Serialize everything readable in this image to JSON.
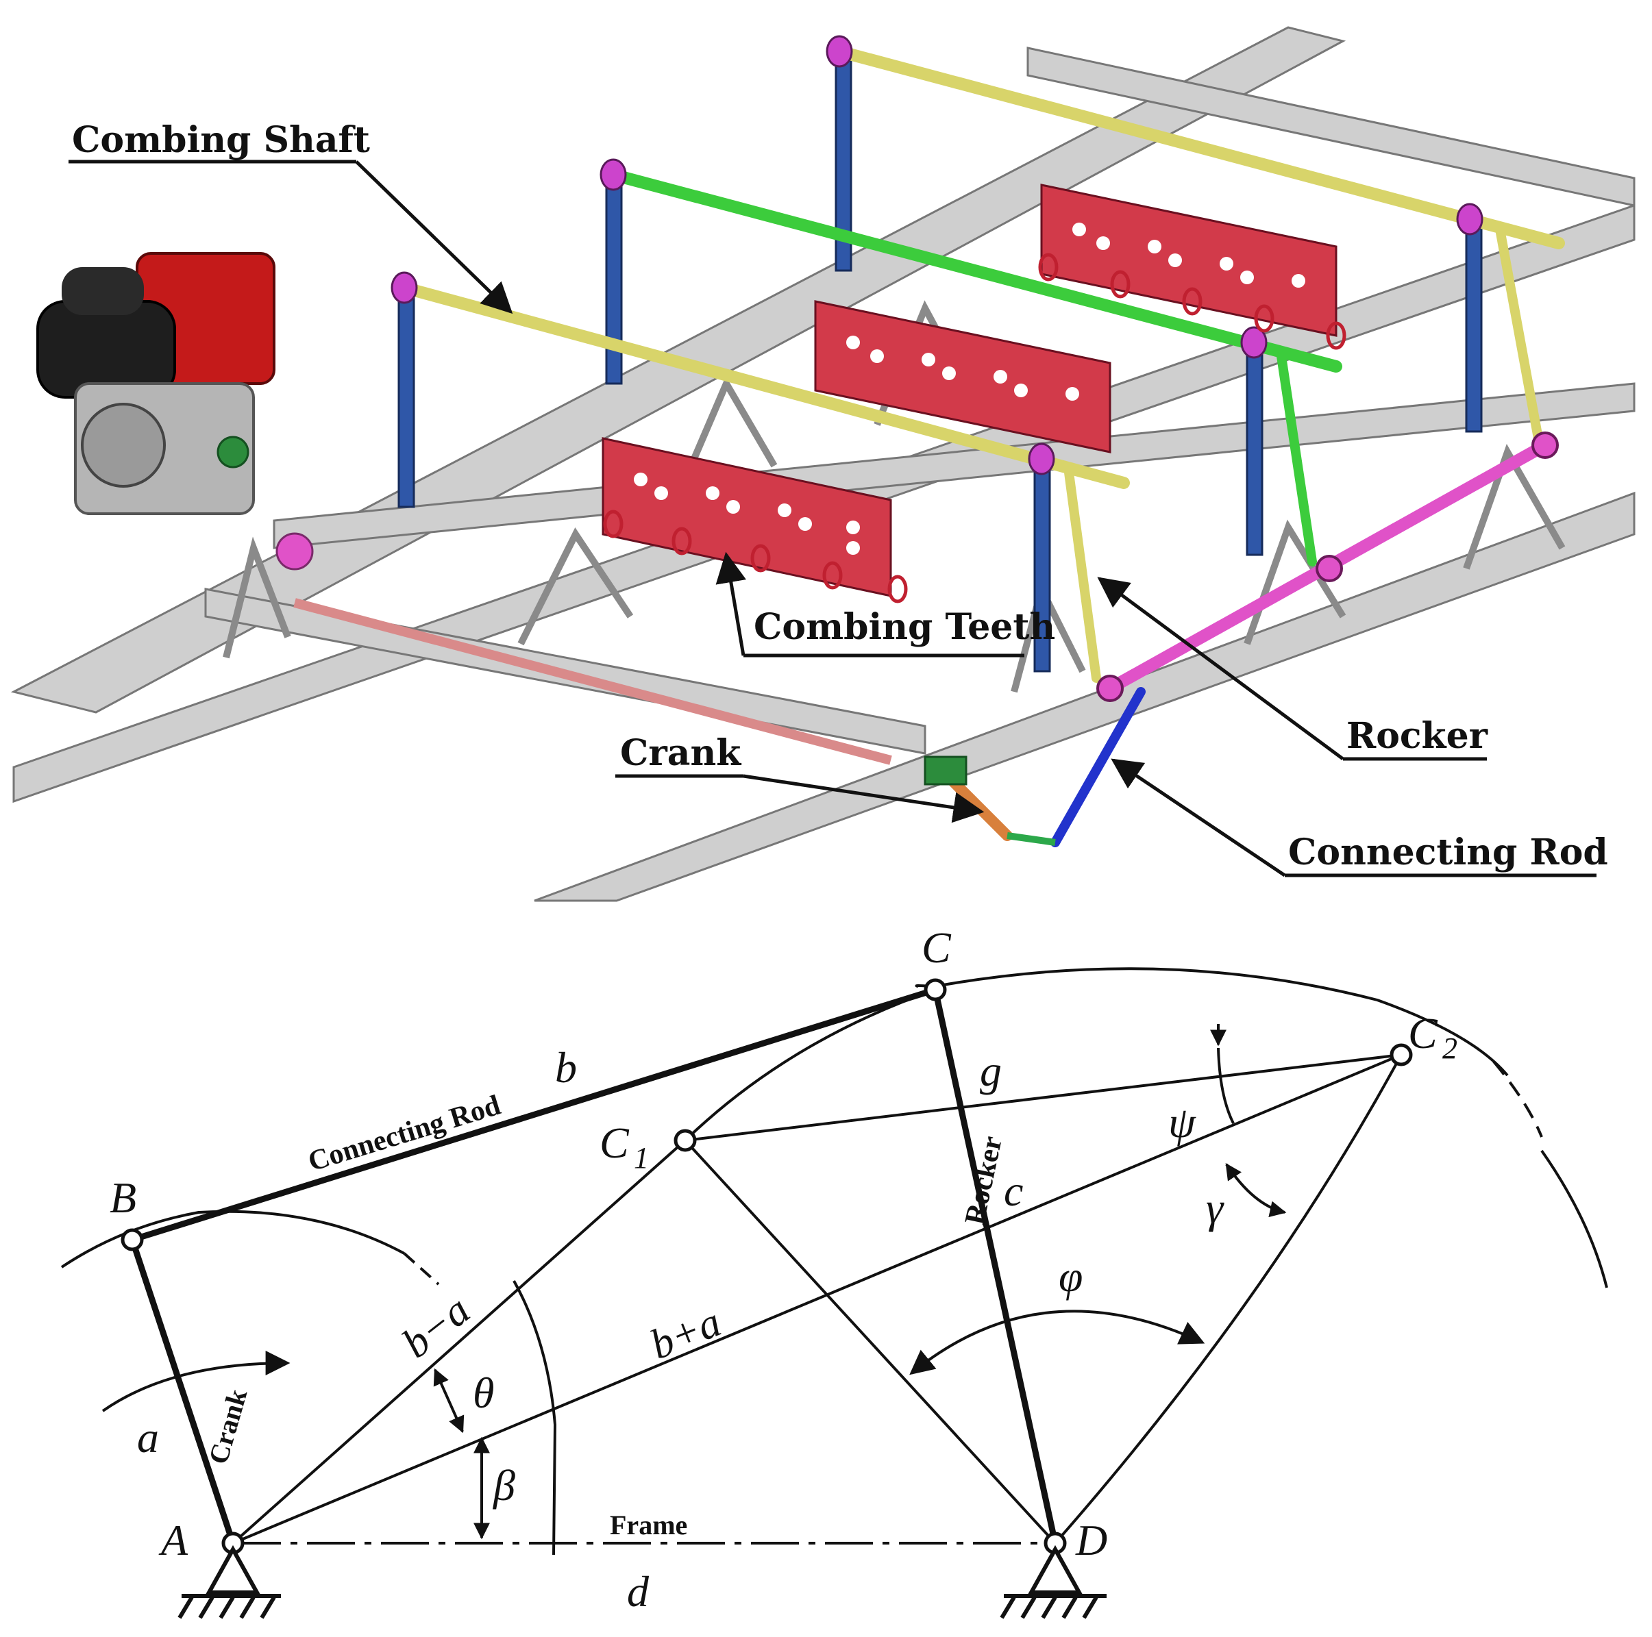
{
  "top_panel": {
    "labels": {
      "combing_shaft": "Combing Shaft",
      "combing_teeth": "Combing Teeth",
      "rocker": "Rocker",
      "crank": "Crank",
      "connecting_rod": "Connecting Rod"
    },
    "colors": {
      "frame": "#c9c9c9",
      "frame_edge": "#7a7a7a",
      "shaft_yellow": "#d6d27a",
      "shaft_green": "#3ccc3c",
      "post_blue": "#2f57a8",
      "teeth_red": "#d23a4a",
      "pink_rod": "#e052c8",
      "connecting_blue": "#2233cc",
      "crank_orange": "#d8803c",
      "engine_red": "#c41a1a",
      "engine_black": "#1e1e1e"
    }
  },
  "bottom_panel": {
    "points": {
      "A": "A",
      "B": "B",
      "C": "C",
      "C1": "C",
      "C1_sub": "1",
      "C2": "C",
      "C2_sub": "2",
      "D": "D"
    },
    "links": {
      "a": "a",
      "b": "b",
      "c": "c",
      "d": "d",
      "g": "g",
      "b_minus_a": "b−a",
      "b_plus_a": "b+a"
    },
    "link_names": {
      "crank": "Crank",
      "connecting_rod": "Connecting Rod",
      "rocker": "Rocker",
      "frame": "Frame"
    },
    "angles": {
      "theta": "θ",
      "beta": "β",
      "phi": "φ",
      "psi": "ψ",
      "gamma": "γ"
    }
  }
}
